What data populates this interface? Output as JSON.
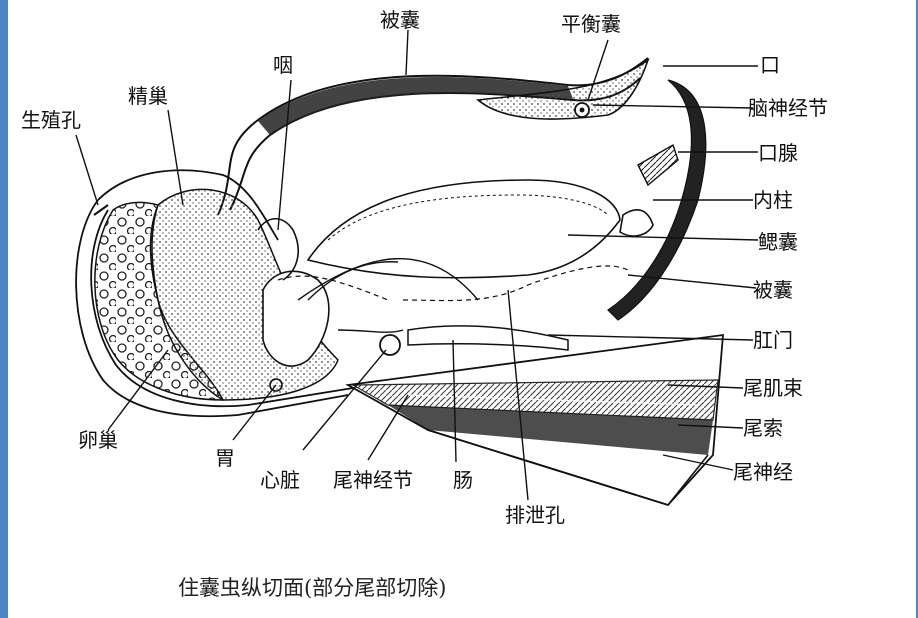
{
  "labels": {
    "beinang_top": "被囊",
    "pinghengnang": "平衡囊",
    "yan": "咽",
    "jingchao": "精巢",
    "shengzhikong": "生殖孔",
    "kou": "口",
    "naoshenjingjie": "脑神经节",
    "kouxian": "口腺",
    "neizhu": "内柱",
    "sainang": "鳃囊",
    "beinang_right": "被囊",
    "ganmen": "肛门",
    "weijishu": "尾肌束",
    "weisuo": "尾索",
    "weishenjing": "尾神经",
    "luanchao": "卵巢",
    "wei": "胃",
    "xinzang": "心脏",
    "weishenjingjie": "尾神经节",
    "chang": "肠",
    "paixiekong": "排泄孔"
  },
  "caption": "住囊虫纵切面(部分尾部切除)",
  "colors": {
    "border": "#4a86c6",
    "ink": "#111111"
  }
}
